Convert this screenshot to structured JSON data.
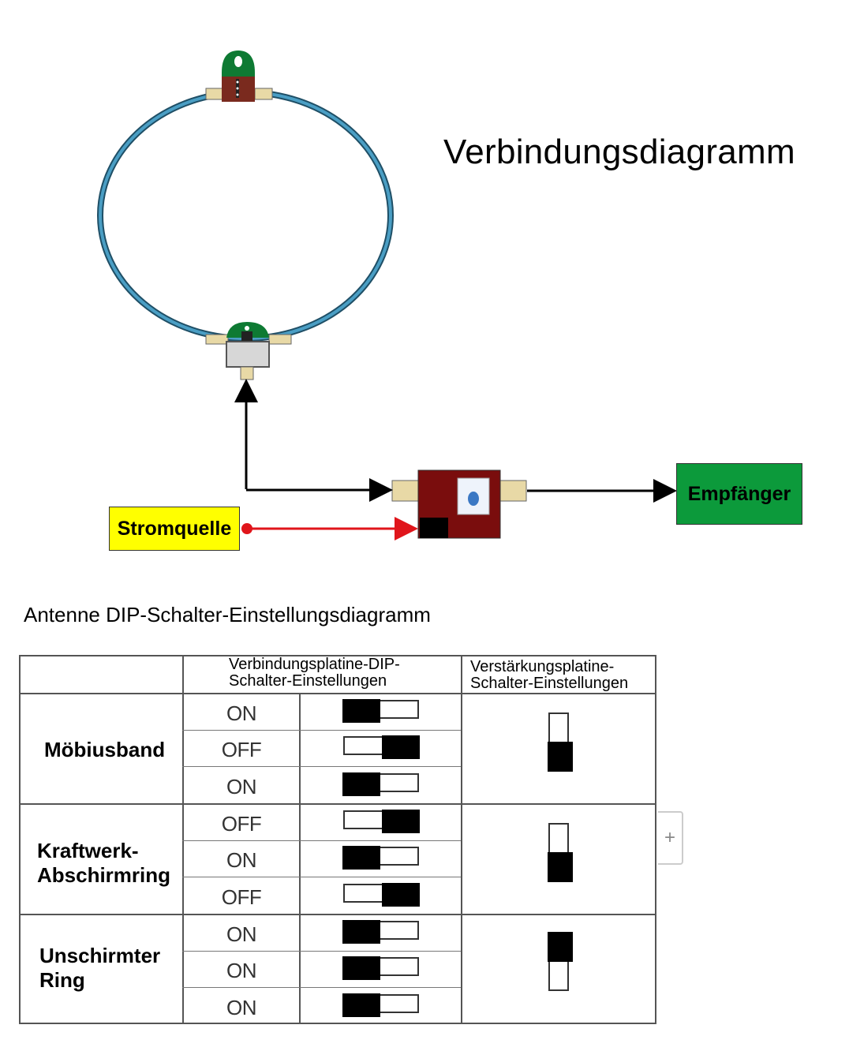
{
  "diagram": {
    "title": "Verbindungsdiagramm",
    "power_source": "Stromquelle",
    "receiver": "Empfänger"
  },
  "colors": {
    "loop": "#2a6f8f",
    "power_box": "#ffff00",
    "receiver_box": "#0c9a3b",
    "power_line": "#e0151b",
    "amp_board": "#7a0d0d",
    "pcb_green": "#0e7a33"
  },
  "dip": {
    "title": "Antenne DIP-Schalter-Einstellungsdiagramm",
    "header_connection": "Verbindungsplatine-DIP-\nSchalter-Einstellungen",
    "header_amplifier": "Verstärkungsplatine-\nSchalter-Einstellungen",
    "groups": [
      {
        "label": "Möbiusband",
        "switches": [
          "ON",
          "OFF",
          "ON"
        ],
        "amplifier": "down"
      },
      {
        "label": "Kraftwerk-\nAbschirmring",
        "switches": [
          "OFF",
          "ON",
          "OFF"
        ],
        "amplifier": "down"
      },
      {
        "label": "Unschirmter\nRing",
        "switches": [
          "ON",
          "ON",
          "ON"
        ],
        "amplifier": "up"
      }
    ],
    "add_icon": "+"
  }
}
